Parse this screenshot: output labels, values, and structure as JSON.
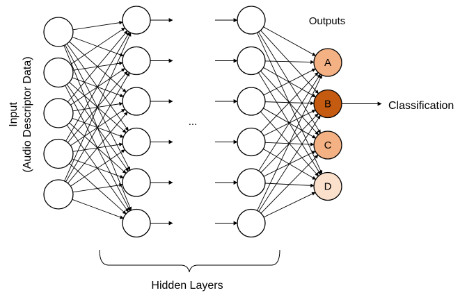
{
  "labels": {
    "input_line1": "Input",
    "input_line2": "(Audio Descriptor Data)",
    "outputs": "Outputs",
    "classification": "Classification",
    "hidden_layers": "Hidden Layers",
    "ellipsis": "..."
  },
  "network": {
    "input_count": 5,
    "hidden_layer_1_count": 6,
    "hidden_layer_2_count": 6,
    "output_nodes": [
      {
        "label": "A",
        "color": "#f4b183"
      },
      {
        "label": "B",
        "color": "#c55a11"
      },
      {
        "label": "C",
        "color": "#f4b183"
      },
      {
        "label": "D",
        "color": "#fbe0cc"
      }
    ],
    "highlighted_output": "B"
  }
}
